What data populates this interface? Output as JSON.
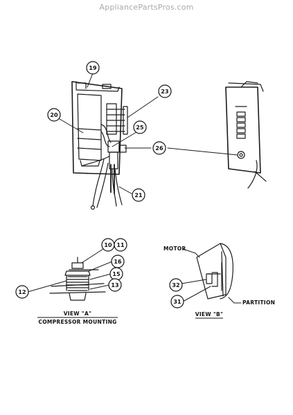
{
  "watermark": "AppliancePartsPros.com",
  "callouts": {
    "c19": "19",
    "c20": "20",
    "c21": "21",
    "c23": "23",
    "c25": "25",
    "c26": "26",
    "c10": "10",
    "c11": "11",
    "c16": "16",
    "c15": "15",
    "c13": "13",
    "c12": "12",
    "c32": "32",
    "c31": "31"
  },
  "labels": {
    "view_a_title": "VIEW \"A\"",
    "view_a_subtitle": "COMPRESSOR MOUNTING",
    "view_b_title": "VIEW \"B\"",
    "motor": "MOTOR",
    "partition": "PARTITION"
  }
}
